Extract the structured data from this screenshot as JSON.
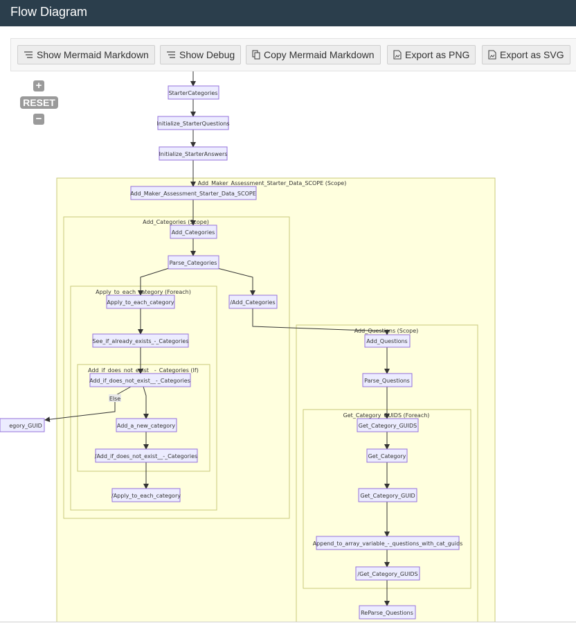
{
  "header": {
    "title": "Flow Diagram"
  },
  "toolbar": {
    "show_markdown": "Show Mermaid Markdown",
    "show_debug": "Show Debug",
    "copy_markdown": "Copy Mermaid Markdown",
    "export_png": "Export as PNG",
    "export_svg": "Export as SVG"
  },
  "zoom": {
    "plus": "+",
    "reset": "RESET",
    "minus": "−"
  },
  "diagram": {
    "clusters": {
      "maker_scope": "Add_Maker_Assessment_Starter_Data_SCOPE (Scope)",
      "categories_scope": "Add_Categories (Scope)",
      "apply_foreach": "Apply_to_each_category (Foreach)",
      "if_not_exist": "Add_if_does_not_exist__-_Categories (If)",
      "questions_scope": "Add_Questions (Scope)",
      "guids_foreach": "Get_Category_GUIDS (Foreach)"
    },
    "nodes": {
      "starter_categories": "StarterCategories",
      "init_questions": "Initialize_StarterQuestions",
      "init_answers": "Initialize_StarterAnswers",
      "maker_scope": "Add_Maker_Assessment_Starter_Data_SCOPE",
      "add_categories": "Add_Categories",
      "parse_categories": "Parse_Categories",
      "apply_each": "Apply_to_each_category",
      "end_add_categories": "/Add_Categories",
      "see_if_exists": "See_if_already_exists_-_Categories",
      "add_if_not_exist": "Add_if_does_not_exist__-_Categories",
      "category_guid": "egory_GUID",
      "add_new_category": "Add_a_new_category",
      "end_add_if": "/Add_if_does_not_exist__-_Categories",
      "end_apply_each": "/Apply_to_each_category",
      "add_questions": "Add_Questions",
      "parse_questions": "Parse_Questions",
      "get_guids": "Get_Category_GUIDS",
      "get_category": "Get_Category",
      "get_category_guid": "Get_Category_GUID",
      "append_array": "Append_to_array_variable_-_questions_with_cat_guids",
      "end_get_guids": "/Get_Category_GUIDS",
      "reparse_questions": "ReParse_Questions"
    },
    "edge_labels": {
      "else": "Else"
    }
  }
}
